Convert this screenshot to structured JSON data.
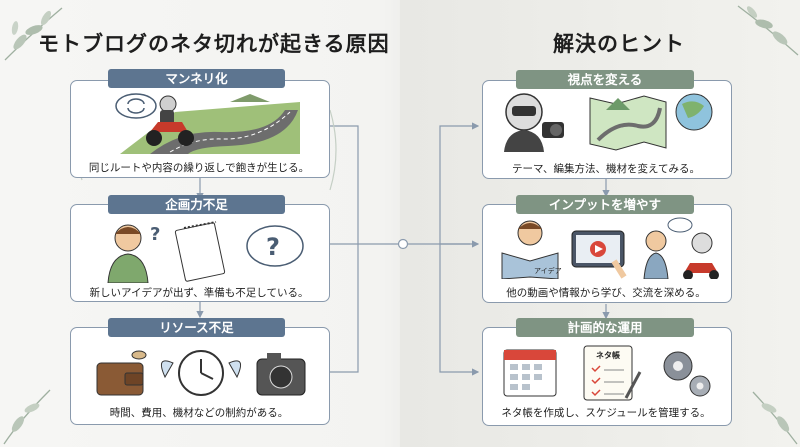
{
  "left_title": "モトブログのネタ切れが起きる原因",
  "right_title": "解決のヒント",
  "causes": [
    {
      "tag": "マンネリ化",
      "caption": "同じルートや内容の繰り返しで飽きが生じる。"
    },
    {
      "tag": "企画力不足",
      "caption": "新しいアイデアが出ず、準備も不足している。"
    },
    {
      "tag": "リソース不足",
      "caption": "時間、費用、機材などの制約がある。"
    }
  ],
  "hints": [
    {
      "tag": "視点を変える",
      "caption": "テーマ、編集方法、機材を変えてみる。"
    },
    {
      "tag": "インプットを増やす",
      "caption": "他の動画や情報から学び、交流を深める。"
    },
    {
      "tag": "計画的な運用",
      "caption": "ネタ帳を作成し、スケジュールを管理する。"
    }
  ],
  "illustration_text": {
    "book": "アイデア",
    "notebook": "ネタ帳"
  },
  "colors": {
    "cause_tag": "#5d7590",
    "hint_tag": "#7f9483",
    "card_border": "#8a9aad",
    "connector": "#8a9aad"
  },
  "icons": [
    "repeat-bubble-icon",
    "motorcycle-rider-icon",
    "winding-road-icon",
    "confused-person-icon",
    "notepad-icon",
    "question-bubble-icon",
    "wallet-icon",
    "moth-icon",
    "winged-clock-icon",
    "camera-icon",
    "helmet-rider-camera-icon",
    "map-icon",
    "globe-icon",
    "reading-person-icon",
    "video-tablet-icon",
    "talking-riders-icon",
    "calendar-icon",
    "notebook-checklist-icon",
    "gears-icon"
  ]
}
